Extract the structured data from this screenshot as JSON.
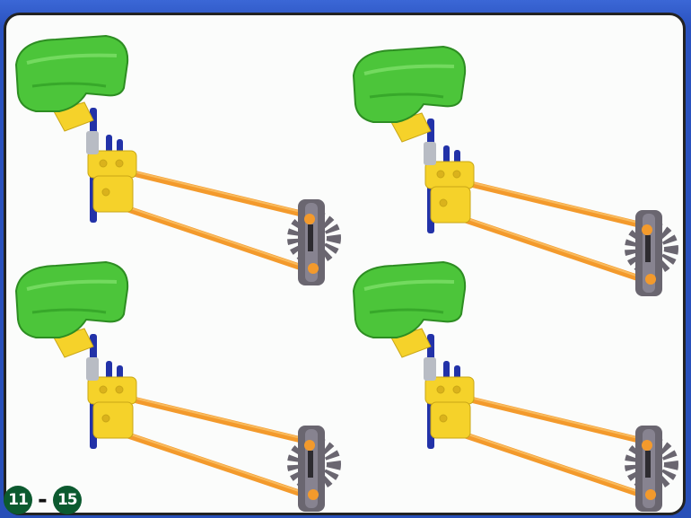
{
  "step_range": {
    "start": "11",
    "separator": "-",
    "end": "15"
  },
  "parts": {
    "green_piece": "green-curved-panel",
    "yellow_connectors": "yellow-connector-cluster",
    "blue_rods": "blue-rod-stack",
    "orange_rods": "orange-long-rods",
    "gray_gears": "gray-gear-pair"
  },
  "colors": {
    "frame": "#2f59c8",
    "green": "#4cc53a",
    "yellow": "#f5d22a",
    "orange": "#f39a2c",
    "blue": "#2232a8",
    "gray": "#6a6670"
  },
  "instances": [
    {
      "name": "assembly-top-left"
    },
    {
      "name": "assembly-top-right"
    },
    {
      "name": "assembly-bottom-left"
    },
    {
      "name": "assembly-bottom-right"
    }
  ]
}
